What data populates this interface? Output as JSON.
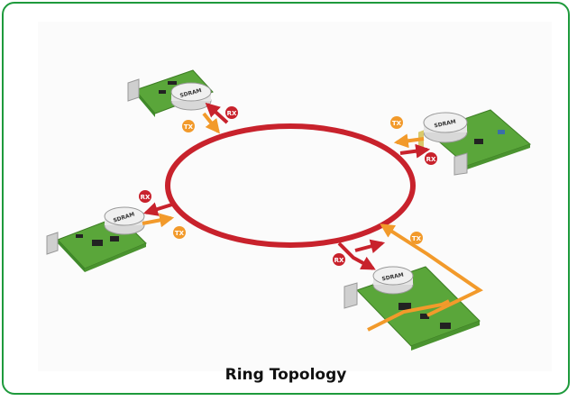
{
  "caption": "Ring Topology",
  "labels": {
    "sdram": "SDRAM",
    "tx": "TX",
    "rx": "RX"
  },
  "colors": {
    "ring": "#c8222c",
    "tx": "#f29a2b",
    "rx_badge": "#c8222c",
    "board": "#5aa63a",
    "frame_border": "#1e9a3c"
  }
}
